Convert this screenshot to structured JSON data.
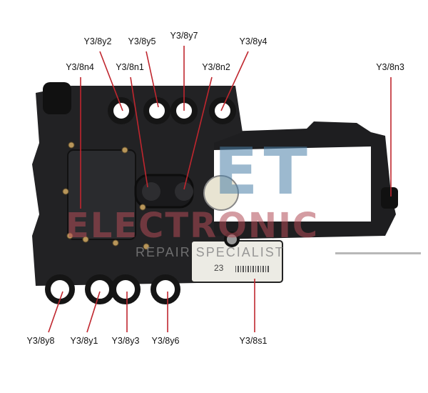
{
  "title": "Transmission conductor plate component diagram",
  "labels": {
    "y3_8y2": "Y3/8y2",
    "y3_8y5": "Y3/8y5",
    "y3_8y7": "Y3/8y7",
    "y3_8y4": "Y3/8y4",
    "y3_8n4": "Y3/8n4",
    "y3_8n1": "Y3/8n1",
    "y3_8n2": "Y3/8n2",
    "y3_8n3": "Y3/8n3",
    "y3_8y8": "Y3/8y8",
    "y3_8y1": "Y3/8y1",
    "y3_8y3": "Y3/8y3",
    "y3_8y6": "Y3/8y6",
    "y3_8s1": "Y3/8s1"
  },
  "module_number": "23",
  "watermark": {
    "logo": "ET",
    "brand": "ELECTRONIC",
    "tagline": "REPAIR SPECIALIST"
  },
  "colors": {
    "leader": "#c0262e",
    "board": "#1c1c1e",
    "watermark_blue": "#4a7fa8",
    "watermark_red": "#b04a55"
  }
}
